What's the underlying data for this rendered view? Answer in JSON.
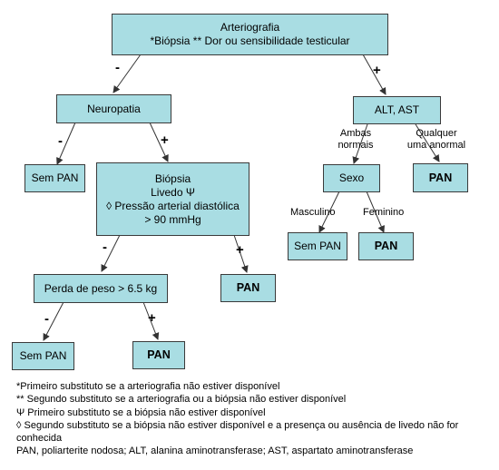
{
  "nodes": {
    "root": {
      "line1": "Arteriografia",
      "line2": "*Biópsia ** Dor ou sensibilidade testicular"
    },
    "neuropatia": "Neuropatia",
    "sem_pan_1": "Sem PAN",
    "biopsia": {
      "line1": "Biópsia",
      "line2": "Livedo Ψ",
      "line3": "◊ Pressão arterial diastólica",
      "line4": "> 90 mmHg"
    },
    "perda_peso": "Perda de peso > 6.5 kg",
    "sem_pan_2": "Sem PAN",
    "pan_1": "PAN",
    "pan_2": "PAN",
    "alt_ast": "ALT, AST",
    "sexo": "Sexo",
    "sem_pan_3": "Sem PAN",
    "pan_3": "PAN",
    "pan_4": "PAN"
  },
  "edge_labels": {
    "root_neg": "-",
    "root_pos": "+",
    "neuro_neg": "-",
    "neuro_pos": "+",
    "biopsia_neg": "-",
    "biopsia_pos": "+",
    "perda_neg": "-",
    "perda_pos": "+",
    "ambas_normais": {
      "line1": "Ambas",
      "line2": "normais"
    },
    "qualquer_anormal": {
      "line1": "Qualquer",
      "line2": "uma anormal"
    },
    "masculino": "Masculino",
    "feminino": "Feminino"
  },
  "footnotes": [
    "*Primeiro substituto se a arteriografia não estiver disponível",
    "** Segundo substituto se a arteriografia ou a biópsia não estiver disponível",
    "Ψ Primeiro substituto se a biópsia não estiver disponível",
    "◊ Segundo substituto se a biópsia não estiver disponível e a presença ou ausência de livedo não for conhecida",
    "PAN, poliarterite nodosa; ALT, alanina aminotransferase; AST, aspartato aminotransferase"
  ],
  "colors": {
    "box_fill": "#a9dde3",
    "box_border": "#3a3a3a",
    "arrow": "#333333"
  }
}
